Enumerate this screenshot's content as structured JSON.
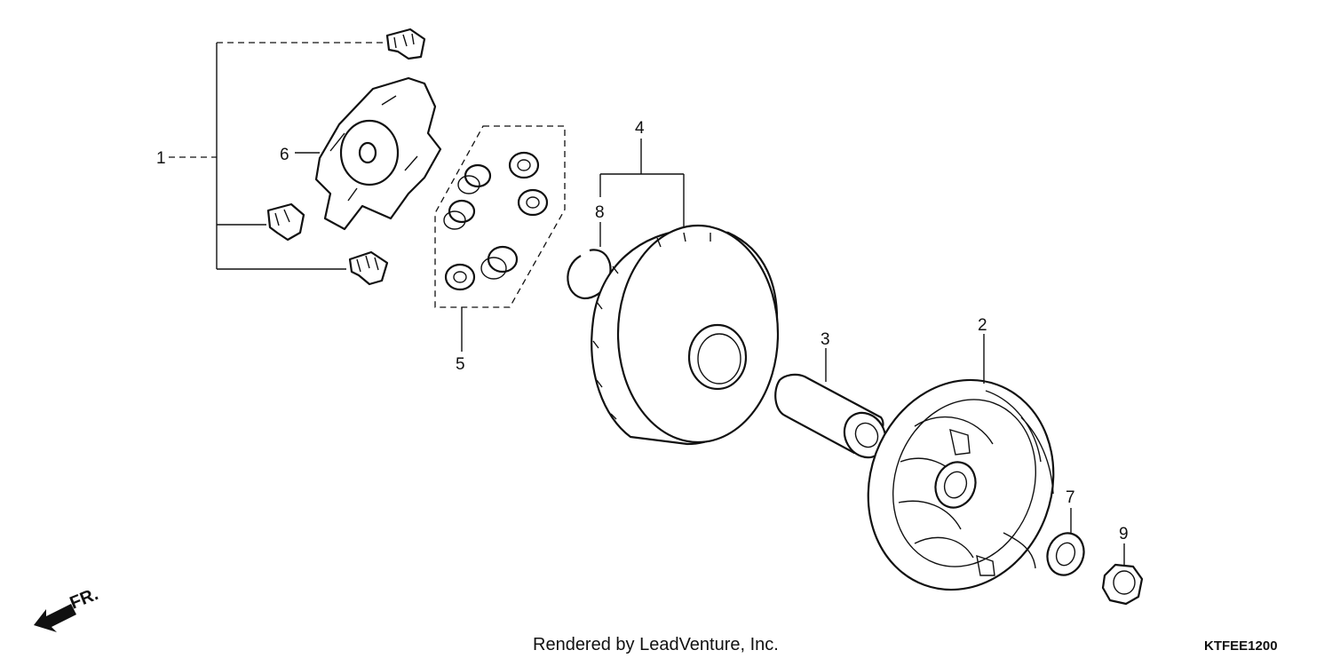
{
  "callouts": {
    "c1": "1",
    "c2": "2",
    "c3": "3",
    "c4": "4",
    "c5": "5",
    "c6": "6",
    "c7": "7",
    "c8": "8",
    "c9": "9"
  },
  "direction_label": "FR.",
  "footer_credit": "Rendered by LeadVenture, Inc.",
  "diagram_code": "KTFEE1200"
}
